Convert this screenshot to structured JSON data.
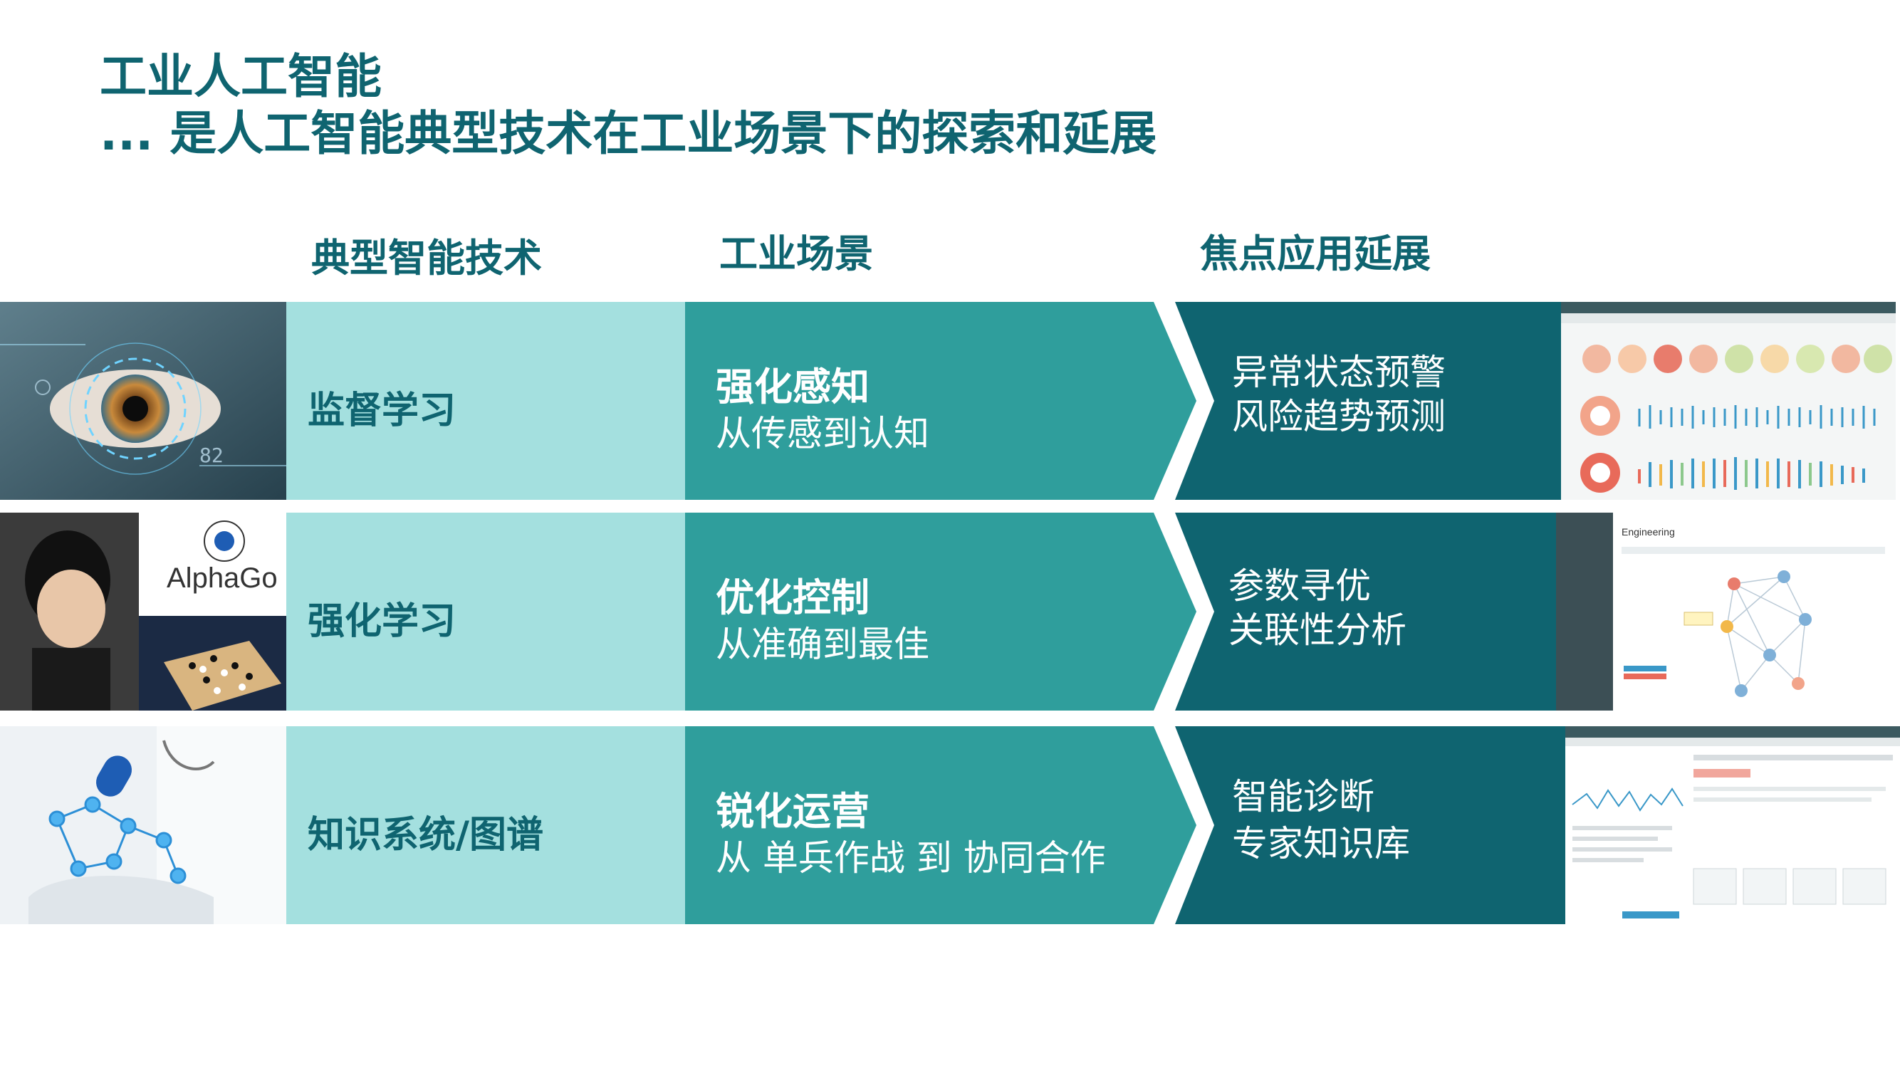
{
  "heading": {
    "line1": "工业人工智能",
    "line2": "... 是人工智能典型技术在工业场景下的探索和延展"
  },
  "columns": {
    "tech": "典型智能技术",
    "scene": "工业场景",
    "focus": "焦点应用延展"
  },
  "rows": [
    {
      "tech": "监督学习",
      "scene_title": "强化感知",
      "scene_sub": "从传感到认知",
      "focus_1": "异常状态预警",
      "focus_2": "风险趋势预测",
      "image_icon": "eye-icon",
      "screenshot_icon": "dashboard-icon"
    },
    {
      "tech": "强化学习",
      "scene_title": "优化控制",
      "scene_sub": "从准确到最佳",
      "focus_1": "参数寻优",
      "focus_2": "关联性分析",
      "image_logo": "AlphaGo",
      "image_icon": "go-board-icon",
      "screenshot_title": "Engineering",
      "screenshot_icon": "network-graph-icon"
    },
    {
      "tech": "知识系统/图谱",
      "scene_title": "锐化运营",
      "scene_sub": "从 单兵作战 到 协同合作",
      "focus_1": "智能诊断",
      "focus_2": "专家知识库",
      "image_icon": "molecule-icon",
      "screenshot_icon": "diagnosis-form-icon"
    }
  ],
  "colors": {
    "title": "#0f6470",
    "band_light": "#a4e0df",
    "band_mid": "#2f9e9c",
    "band_dark": "#0f6470"
  }
}
